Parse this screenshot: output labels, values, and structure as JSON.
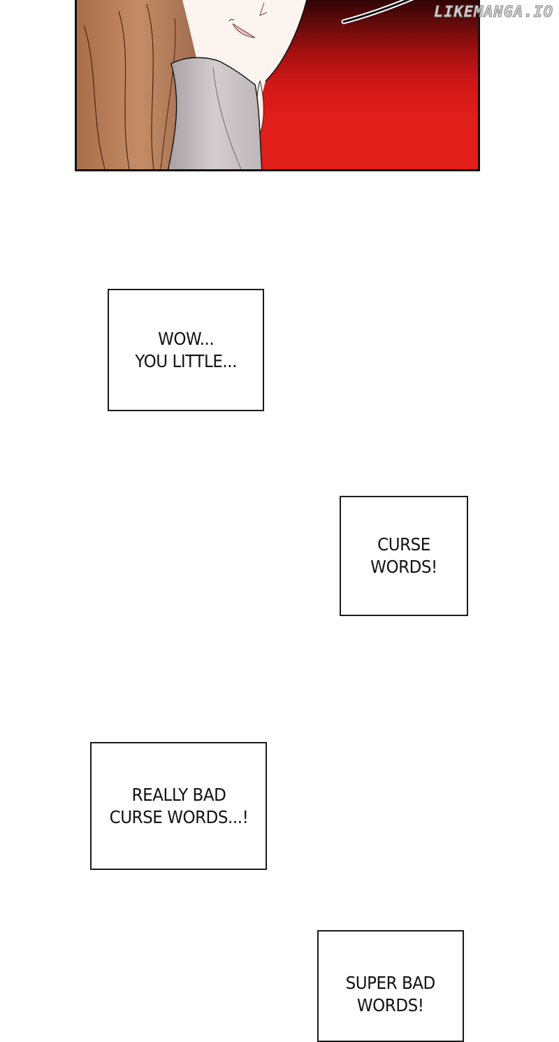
{
  "watermark": {
    "text": "LIKEMANGA.IO"
  },
  "panels": {
    "art": {
      "description": "Close-up of smiling woman with long brown hair, grey top, red gradient background",
      "colors": {
        "background_top": "#2a0404",
        "background_bottom": "#e21e1a",
        "skin": "#fbf4ef",
        "hair": "#b8805a",
        "shirt": "#c9c1c3",
        "outline": "#111111"
      }
    },
    "captions": [
      {
        "id": "cap1",
        "text": "WOW...\nYOU LITTLE..."
      },
      {
        "id": "cap2",
        "text": "CURSE\nWORDS!"
      },
      {
        "id": "cap3",
        "text": "REALLY BAD\nCURSE WORDS...!"
      },
      {
        "id": "cap4",
        "text": "SUPER BAD\nWORDS!"
      }
    ]
  }
}
